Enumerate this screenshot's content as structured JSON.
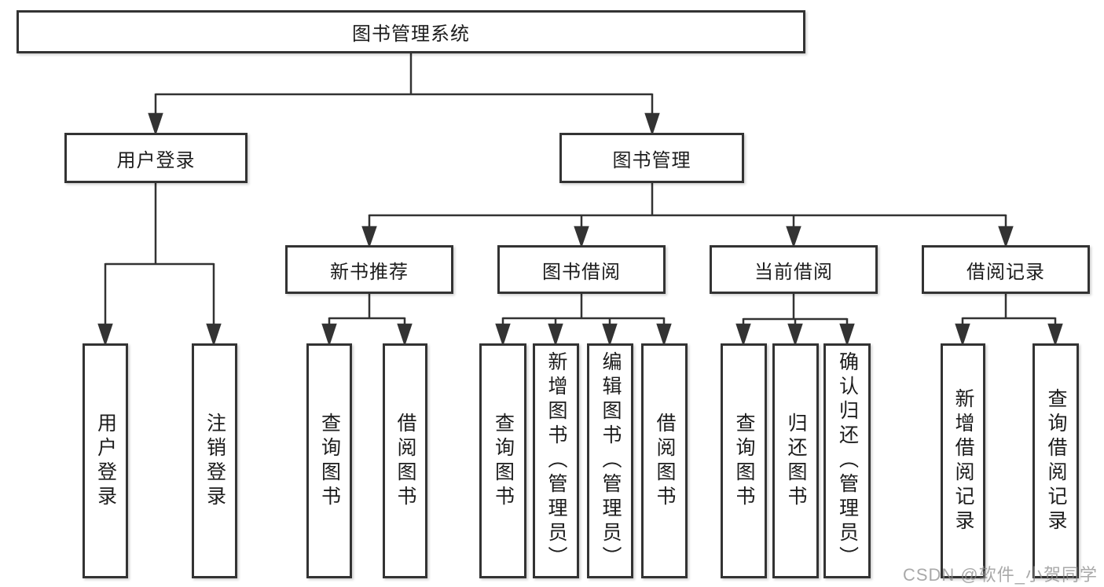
{
  "diagram": {
    "type": "functional-structure-tree",
    "root_label": "图书管理系统",
    "level2": {
      "user_login": "用户登录",
      "book_management": "图书管理"
    },
    "level3": {
      "new_book_recommend": "新书推荐",
      "book_borrow": "图书借阅",
      "current_borrow": "当前借阅",
      "borrow_record": "借阅记录"
    },
    "leaves": {
      "user_login": [
        "用户登录",
        "注销登录"
      ],
      "new_book_recommend": [
        "查询图书",
        "借阅图书"
      ],
      "book_borrow": [
        "查询图书",
        "新增图书（管理员）",
        "编辑图书（管理员）",
        "借阅图书"
      ],
      "current_borrow": [
        "查询图书",
        "归还图书",
        "确认归还（管理员）"
      ],
      "borrow_record": [
        "新增借阅记录",
        "查询借阅记录"
      ]
    }
  },
  "watermark": "CSDN @软件_小贺同学",
  "colors": {
    "line": "#333333",
    "box_border": "#333333",
    "box_fill": "#ffffff",
    "text": "#1c1c1c",
    "watermark": "#8c8c8c",
    "background": "#ffffff"
  }
}
